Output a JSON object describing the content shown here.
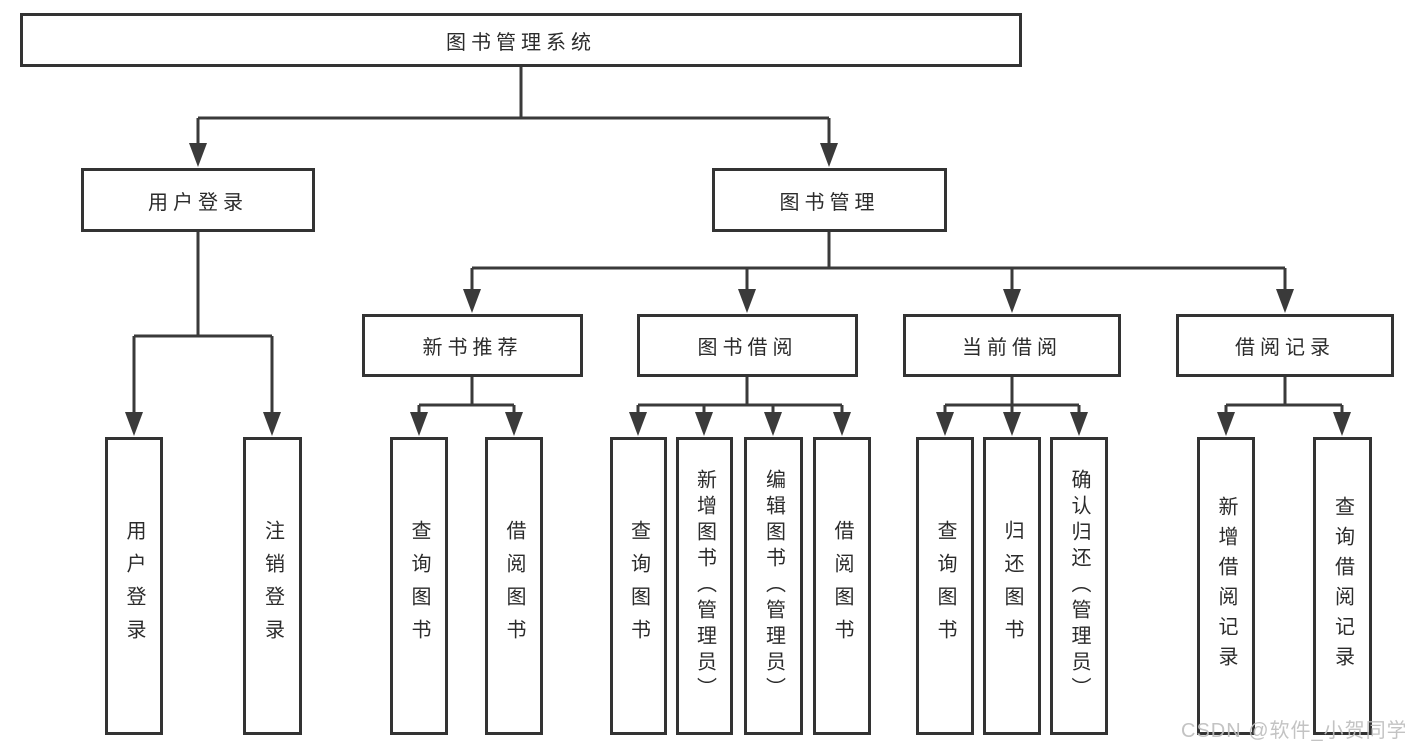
{
  "diagram": {
    "root": {
      "label": "图书管理系统"
    },
    "level1": [
      {
        "label": "用户登录"
      },
      {
        "label": "图书管理"
      }
    ],
    "level2": [
      {
        "label": "新书推荐"
      },
      {
        "label": "图书借阅"
      },
      {
        "label": "当前借阅"
      },
      {
        "label": "借阅记录"
      }
    ],
    "leaves": {
      "user_login": [
        {
          "label": "用户登录"
        },
        {
          "label": "注销登录"
        }
      ],
      "new_book": [
        {
          "label": "查询图书"
        },
        {
          "label": "借阅图书"
        }
      ],
      "book_borrow": [
        {
          "label": "查询图书"
        },
        {
          "label": "新增图书（管理员）"
        },
        {
          "label": "编辑图书（管理员）"
        },
        {
          "label": "借阅图书"
        }
      ],
      "current_borrow": [
        {
          "label": "查询图书"
        },
        {
          "label": "归还图书"
        },
        {
          "label": "确认归还（管理员）"
        }
      ],
      "borrow_record": [
        {
          "label": "新增借阅记录"
        },
        {
          "label": "查询借阅记录"
        }
      ]
    },
    "watermark": "CSDN @软件_小贺同学",
    "colors": {
      "line": "#3a3a3a",
      "border": "#333333",
      "text": "#2b2b2b",
      "watermark": "#bebebe",
      "background": "#ffffff"
    }
  }
}
